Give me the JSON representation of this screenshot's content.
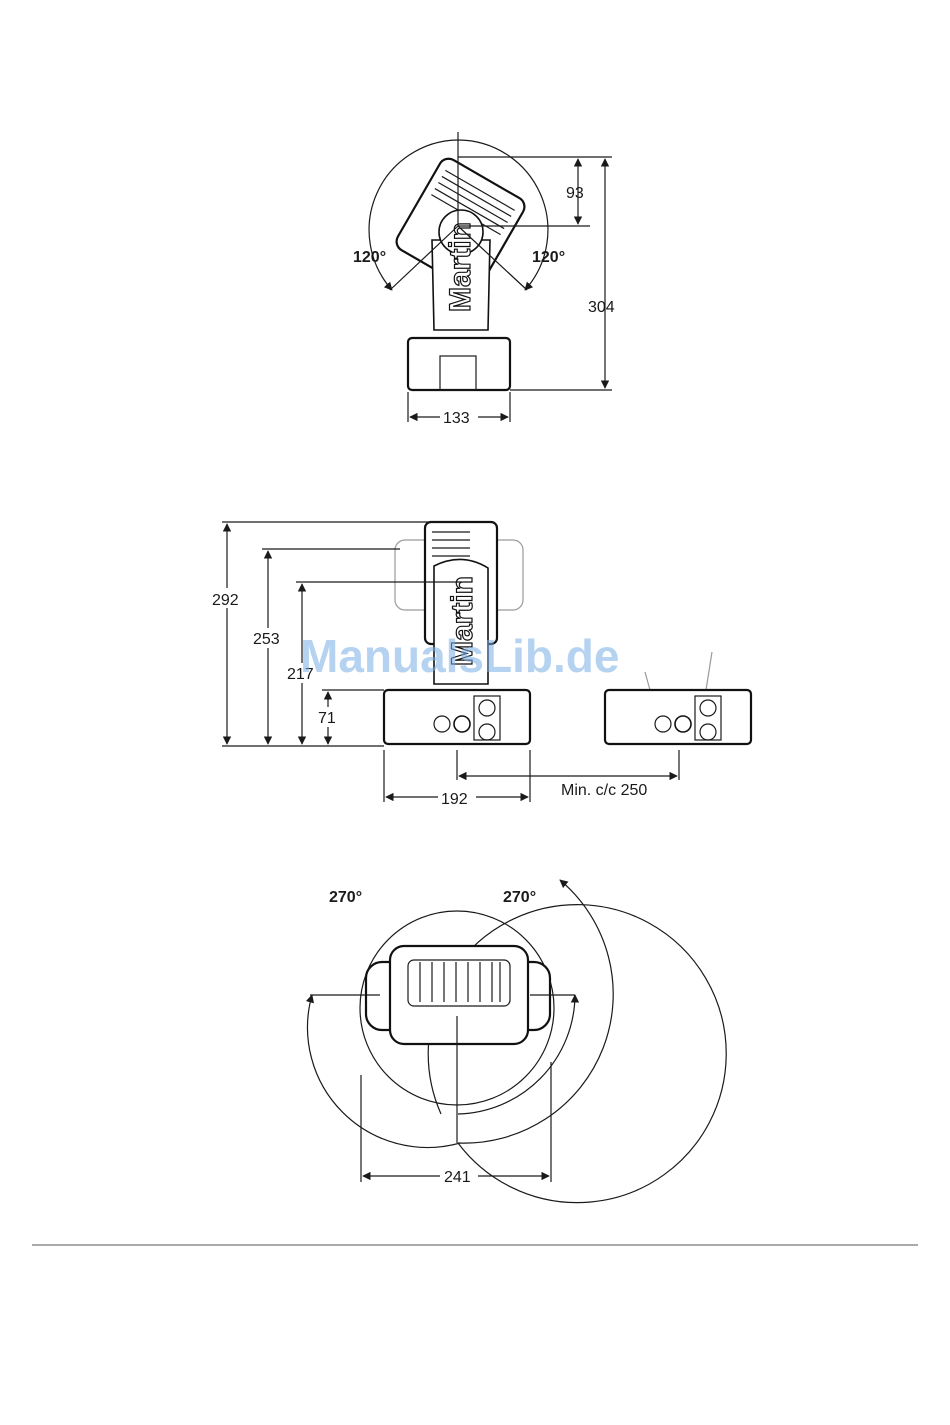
{
  "front_view": {
    "angle_left": "120°",
    "angle_right": "120°",
    "dim_head_height": "93",
    "dim_total_height": "304",
    "dim_base_width": "133",
    "brand": "Martin"
  },
  "side_view": {
    "dim_292": "292",
    "dim_253": "253",
    "dim_217": "217",
    "dim_71": "71",
    "dim_width": "192",
    "dim_spacing": "Min. c/c 250",
    "brand": "Martin"
  },
  "top_view": {
    "angle_left": "270°",
    "angle_right": "270°",
    "dim_width": "241"
  },
  "watermark": "ManualsLib.de"
}
